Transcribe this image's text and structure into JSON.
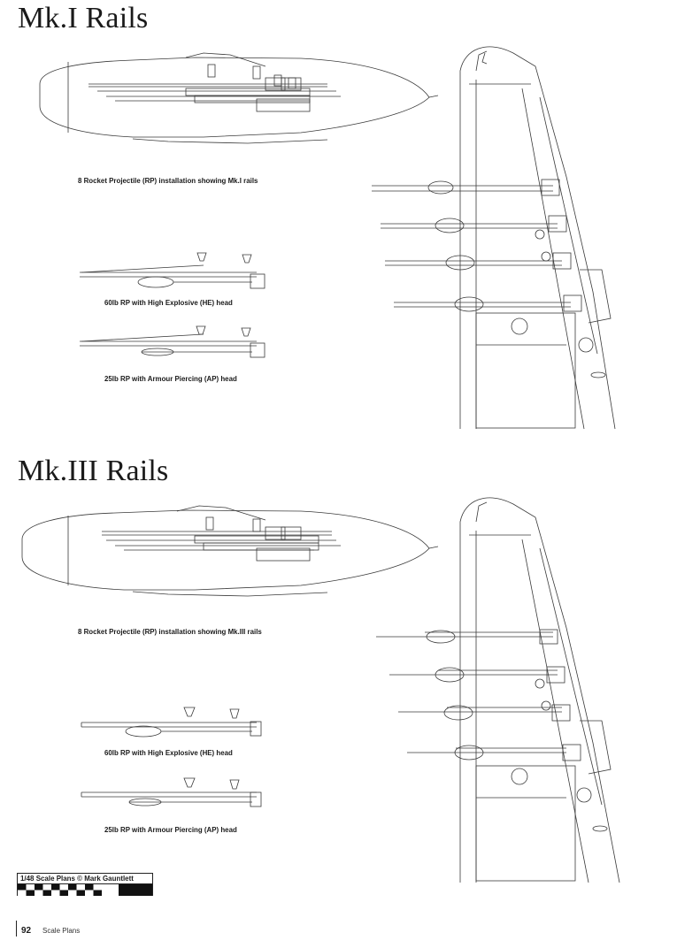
{
  "section1": {
    "title": "Mk.I Rails",
    "captions": {
      "installation": "8 Rocket Projectile (RP) installation showing Mk.I rails",
      "he": "60lb RP with High Explosive (HE) head",
      "ap": "25lb RP with Armour Piercing (AP) head"
    }
  },
  "section2": {
    "title": "Mk.III Rails",
    "captions": {
      "installation": "8 Rocket Projectile (RP) installation showing Mk.III rails",
      "he": "60lb RP with High Explosive (HE) head",
      "ap": "25lb RP with Armour Piercing (AP) head"
    }
  },
  "scale": {
    "label": "1/48 Scale Plans © Mark Gauntlett",
    "pattern": [
      1,
      0,
      1,
      0,
      1,
      0,
      1,
      0,
      1,
      0,
      0,
      0,
      1,
      1,
      1,
      1
    ]
  },
  "footer": {
    "page_number": "92",
    "section": "Scale Plans"
  }
}
